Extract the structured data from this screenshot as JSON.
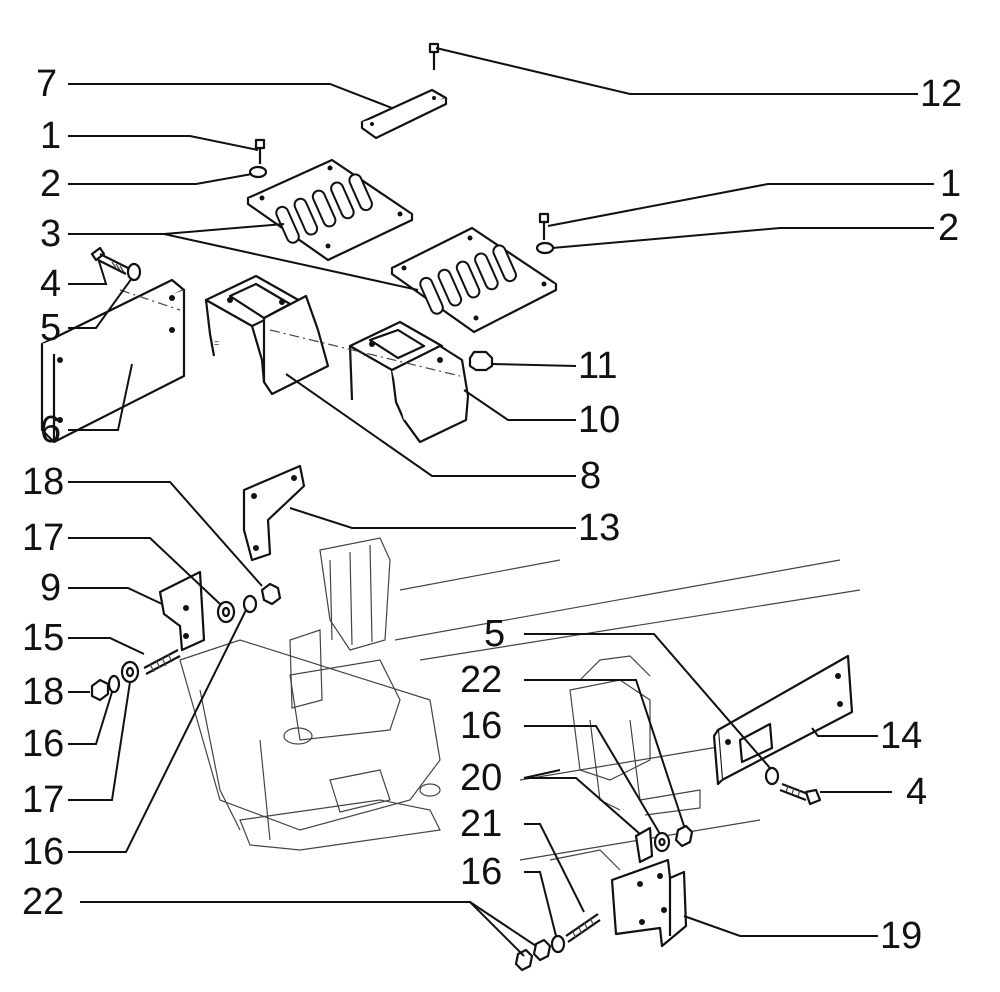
{
  "diagram": {
    "callouts": {
      "c12": "12",
      "c7": "7",
      "c1_left": "1",
      "c2_left": "2",
      "c1_right": "1",
      "c2_right": "2",
      "c3": "3",
      "c4_left": "4",
      "c5_left": "5",
      "c6": "6",
      "c11": "11",
      "c10": "10",
      "c8": "8",
      "c13": "13",
      "c18_top": "18",
      "c17_top": "17",
      "c9": "9",
      "c15": "15",
      "c18_bottom": "18",
      "c16_a": "16",
      "c17_bottom": "17",
      "c16_b": "16",
      "c5_right": "5",
      "c22_right": "22",
      "c16_c": "16",
      "c14": "14",
      "c20": "20",
      "c4_right": "4",
      "c21": "21",
      "c16_d": "16",
      "c22_left": "22",
      "c19": "19"
    }
  }
}
